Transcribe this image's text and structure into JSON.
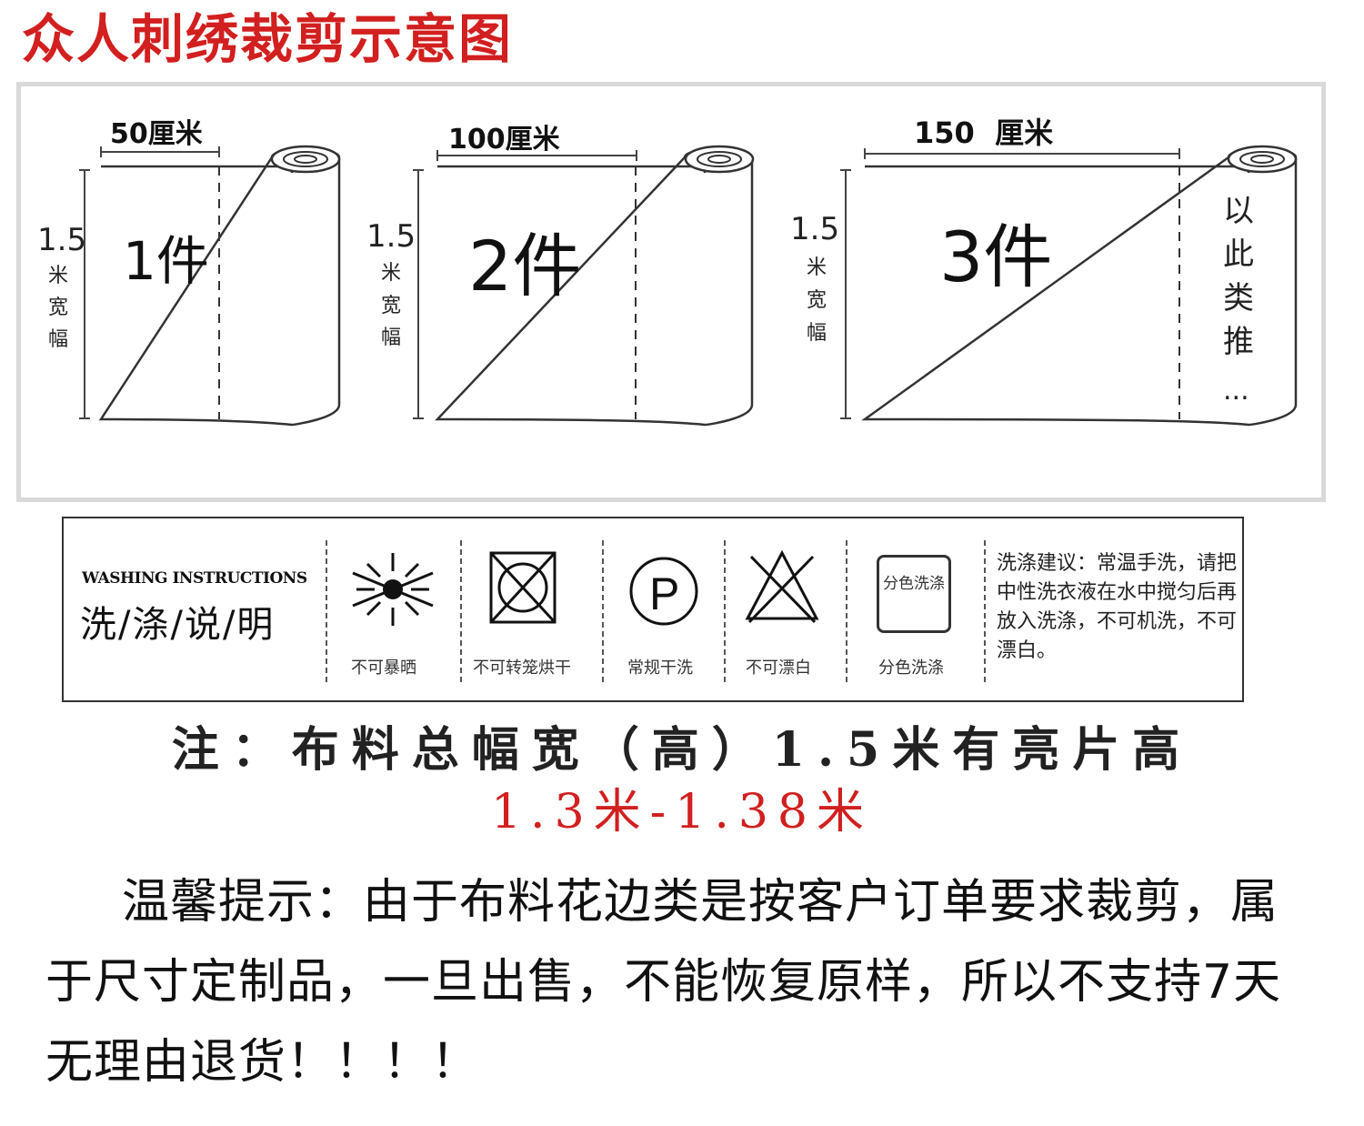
{
  "title": "众人刺绣裁剪示意图",
  "rolls": [
    {
      "width_label": "50厘米",
      "height_label": "1.5",
      "side_label": [
        "米",
        "宽",
        "幅"
      ],
      "pieces": "1件"
    },
    {
      "width_label": "100厘米",
      "height_label": "1.5",
      "side_label": [
        "米",
        "宽",
        "幅"
      ],
      "pieces": "2件"
    },
    {
      "width_label": "150  厘米",
      "height_label": "1.5",
      "side_label": [
        "米",
        "宽",
        "幅"
      ],
      "pieces": "3件",
      "extra": [
        "以",
        "此",
        "类",
        "推",
        "..."
      ]
    }
  ],
  "washing": {
    "title_en": "WASHING INSTRUCTIONS",
    "title_cn": "洗/涤/说/明",
    "symbols": [
      {
        "icon": "sun-crossed-icon",
        "label": "不可暴晒"
      },
      {
        "icon": "tumble-dry-crossed-icon",
        "label": "不可转笼烘干"
      },
      {
        "icon": "dry-clean-p-icon",
        "label": "常规干洗"
      },
      {
        "icon": "bleach-crossed-icon",
        "label": "不可漂白"
      },
      {
        "icon": "separate-wash-icon",
        "label": "分色洗涤",
        "icon_text": "分色洗涤"
      }
    ],
    "advice": "洗涤建议：常温手洗，请把中性洗衣液在水中搅匀后再放入洗涤，不可机洗，不可漂白。"
  },
  "note": {
    "line1": "注：布料总幅宽（高）1.5米有亮片高",
    "line2": "1.3米-1.38米"
  },
  "tip": "温馨提示：由于布料花边类是按客户订单要求裁剪，属于尺寸定制品，一旦出售，不能恢复原样，所以不支持7天无理由退货！！！！",
  "colors": {
    "accent": "#d21f1f",
    "frame": "#d9d9d9"
  }
}
